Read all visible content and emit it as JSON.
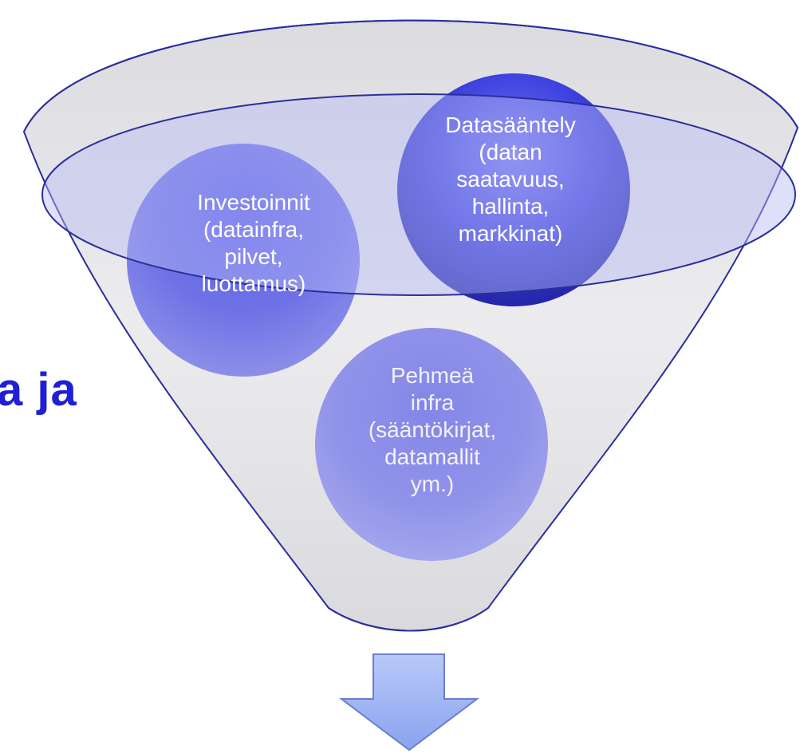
{
  "left_fragment": "a ja",
  "circles": [
    {
      "id": "investoinnit",
      "lines": [
        "Investoinnit",
        "(datainfra,",
        "pilvet,",
        "luottamus)"
      ],
      "text_color": "#ffffff"
    },
    {
      "id": "datasaantely",
      "lines": [
        "Datasääntely",
        "(datan",
        "saatavuus,",
        "hallinta,",
        "markkinat)"
      ],
      "text_color": "#ffffff"
    },
    {
      "id": "pehmea-infra",
      "lines": [
        "Pehmeä",
        "infra",
        "(sääntökirjat,",
        "datamallit",
        "ym.)"
      ],
      "text_color": "#f2f2ff"
    }
  ],
  "colors": {
    "funnel_fill": "#e6e6e9",
    "funnel_stroke": "#2b2f9a",
    "circle_dark": "#3b3fe0",
    "circle_mid": "#6d70e8",
    "circle_light": "#8f92ea",
    "rim_fill": "#b9bdf2",
    "arrow_fill": "#9db4f4",
    "arrow_stroke": "#6a7ecf",
    "accent_text": "#1f1fd6"
  }
}
